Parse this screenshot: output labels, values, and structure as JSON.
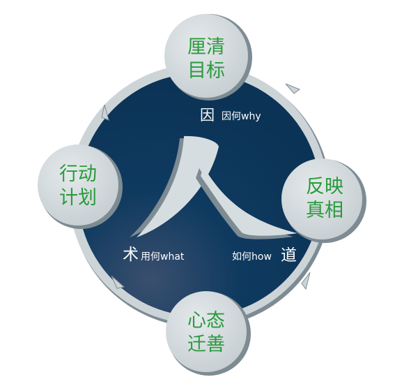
{
  "center_char": "人",
  "nodes": {
    "top": {
      "line1": "厘清",
      "line2": "目标"
    },
    "right": {
      "line1": "反映",
      "line2": "真相"
    },
    "bottom": {
      "line1": "心态",
      "line2": "迁善"
    },
    "left": {
      "line1": "行动",
      "line2": "计划"
    }
  },
  "labels": {
    "why_big": "因",
    "why_small": "因何why",
    "what_big": "术",
    "what_small": "用何what",
    "how_big": "道",
    "how_small": "如何how"
  },
  "colors": {
    "circle": "#0d3558",
    "ring": "#c9d1d5",
    "text_green": "#2a9a3c"
  }
}
